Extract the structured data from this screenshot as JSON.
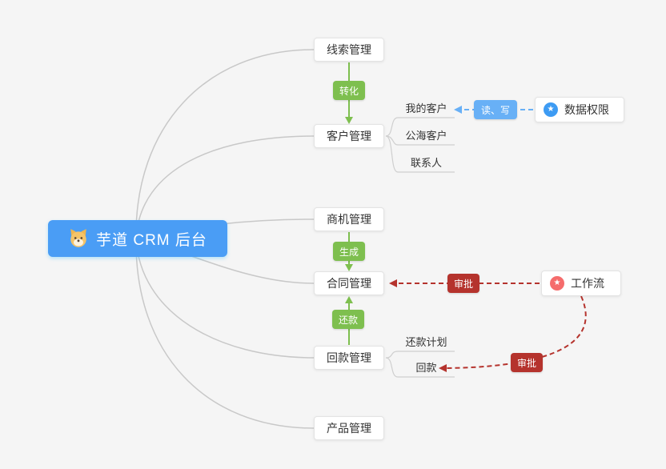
{
  "root": {
    "label": "芋道 CRM 后台"
  },
  "modules": {
    "leads": {
      "label": "线索管理"
    },
    "customer": {
      "label": "客户管理"
    },
    "opportunity": {
      "label": "商机管理"
    },
    "contract": {
      "label": "合同管理"
    },
    "receivable": {
      "label": "回款管理"
    },
    "product": {
      "label": "产品管理"
    }
  },
  "customer_children": {
    "my_customer": {
      "label": "我的客户"
    },
    "public_customer": {
      "label": "公海客户"
    },
    "contact": {
      "label": "联系人"
    }
  },
  "receivable_children": {
    "repay_plan": {
      "label": "还款计划"
    },
    "repay": {
      "label": "回款"
    }
  },
  "edge_labels": {
    "convert": "转化",
    "generate": "生成",
    "repayment": "还款",
    "read_write": "读、写",
    "approve_contract": "审批",
    "approve_receivable": "审批"
  },
  "side_nodes": {
    "data_permission": {
      "label": "数据权限"
    },
    "workflow": {
      "label": "工作流"
    }
  },
  "icons": {
    "star": "★"
  },
  "colors": {
    "root_bg": "#4a9df5",
    "green": "#7ebf4f",
    "blue_label": "#68b0f6",
    "red_label": "#b5332d",
    "data_permission_icon": "#3d9bf3",
    "workflow_icon": "#f56c6c",
    "edge_gray": "#c8c8c8"
  }
}
